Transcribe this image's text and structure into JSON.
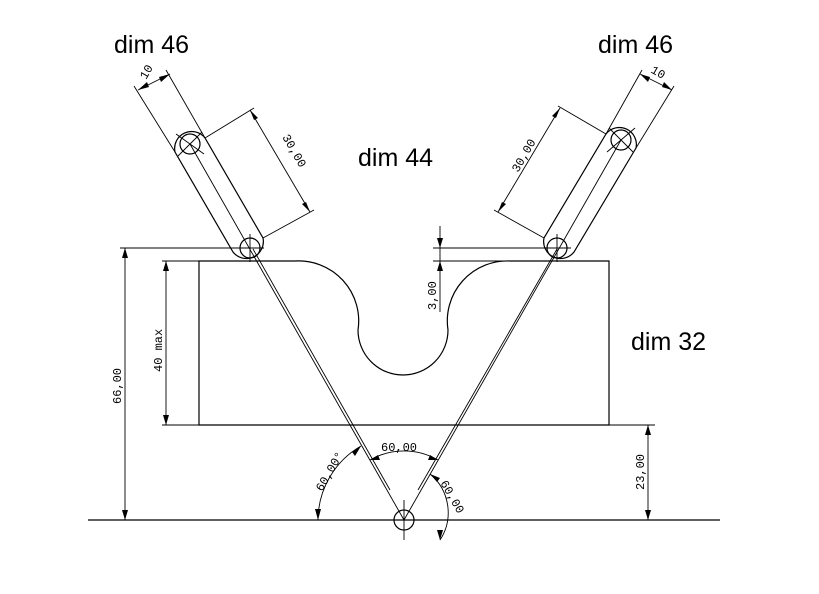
{
  "labels": {
    "dim46_left": "dim 46",
    "dim46_right": "dim 46",
    "dim44": "dim 44",
    "dim32": "dim 32"
  },
  "dimensions": {
    "slot_width_left": "10",
    "slot_width_right": "10",
    "slot_length_left": "30,00",
    "slot_length_right": "30,00",
    "notch_depth": "3,00",
    "block_height": "40 max",
    "total_height": "66,00",
    "base_offset": "23,00",
    "angle_left": "60,00°",
    "angle_center": "60,00",
    "angle_right": "60,00"
  }
}
